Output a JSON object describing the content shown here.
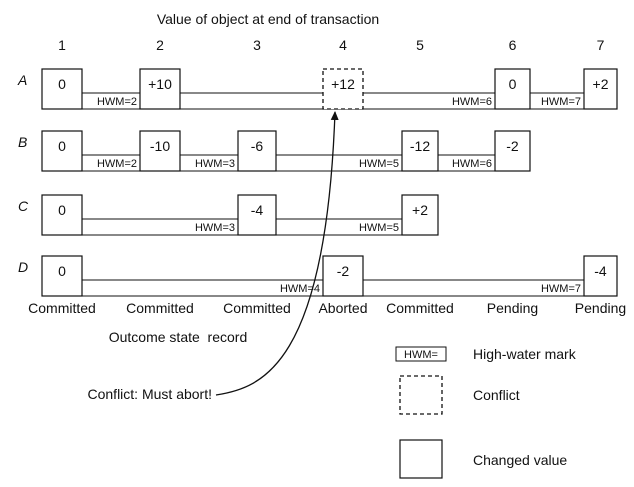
{
  "title": "Value of object at end of transaction",
  "columns": [
    "1",
    "2",
    "3",
    "4",
    "5",
    "6",
    "7"
  ],
  "rows": [
    {
      "label": "A",
      "cells": [
        {
          "col": 1,
          "value": "0"
        },
        {
          "col": 2,
          "value": "+10"
        },
        {
          "col": 4,
          "value": "+12",
          "conflict": true
        },
        {
          "col": 6,
          "value": "0"
        },
        {
          "col": 7,
          "value": "+2"
        }
      ],
      "hwms": [
        {
          "from": 1,
          "to": 2,
          "text": "HWM=2"
        },
        {
          "from": 2,
          "to": 6,
          "text": "HWM=6"
        },
        {
          "from": 6,
          "to": 7,
          "text": "HWM=7"
        }
      ]
    },
    {
      "label": "B",
      "cells": [
        {
          "col": 1,
          "value": "0"
        },
        {
          "col": 2,
          "value": "-10"
        },
        {
          "col": 3,
          "value": "-6"
        },
        {
          "col": 5,
          "value": "-12"
        },
        {
          "col": 6,
          "value": "-2"
        }
      ],
      "hwms": [
        {
          "from": 1,
          "to": 2,
          "text": "HWM=2"
        },
        {
          "from": 2,
          "to": 3,
          "text": "HWM=3"
        },
        {
          "from": 3,
          "to": 5,
          "text": "HWM=5"
        },
        {
          "from": 5,
          "to": 6,
          "text": "HWM=6"
        }
      ]
    },
    {
      "label": "C",
      "cells": [
        {
          "col": 1,
          "value": "0"
        },
        {
          "col": 3,
          "value": "-4"
        },
        {
          "col": 5,
          "value": "+2"
        }
      ],
      "hwms": [
        {
          "from": 1,
          "to": 3,
          "text": "HWM=3"
        },
        {
          "from": 3,
          "to": 5,
          "text": "HWM=5"
        }
      ]
    },
    {
      "label": "D",
      "cells": [
        {
          "col": 1,
          "value": "0"
        },
        {
          "col": 4,
          "value": "-2"
        },
        {
          "col": 7,
          "value": "-4"
        }
      ],
      "hwms": [
        {
          "from": 1,
          "to": 4,
          "text": "HWM=4"
        },
        {
          "from": 4,
          "to": 7,
          "text": "HWM=7"
        }
      ]
    }
  ],
  "outcomes": [
    "Committed",
    "Committed",
    "Committed",
    "Aborted",
    "Committed",
    "Pending",
    "Pending"
  ],
  "outcome_caption": "Outcome state  record",
  "conflict_note": "Conflict: Must abort!",
  "legend": {
    "hwm_sample": "HWM=",
    "hwm_label": "High-water mark",
    "conflict_label": "Conflict",
    "changed_label": "Changed value"
  }
}
